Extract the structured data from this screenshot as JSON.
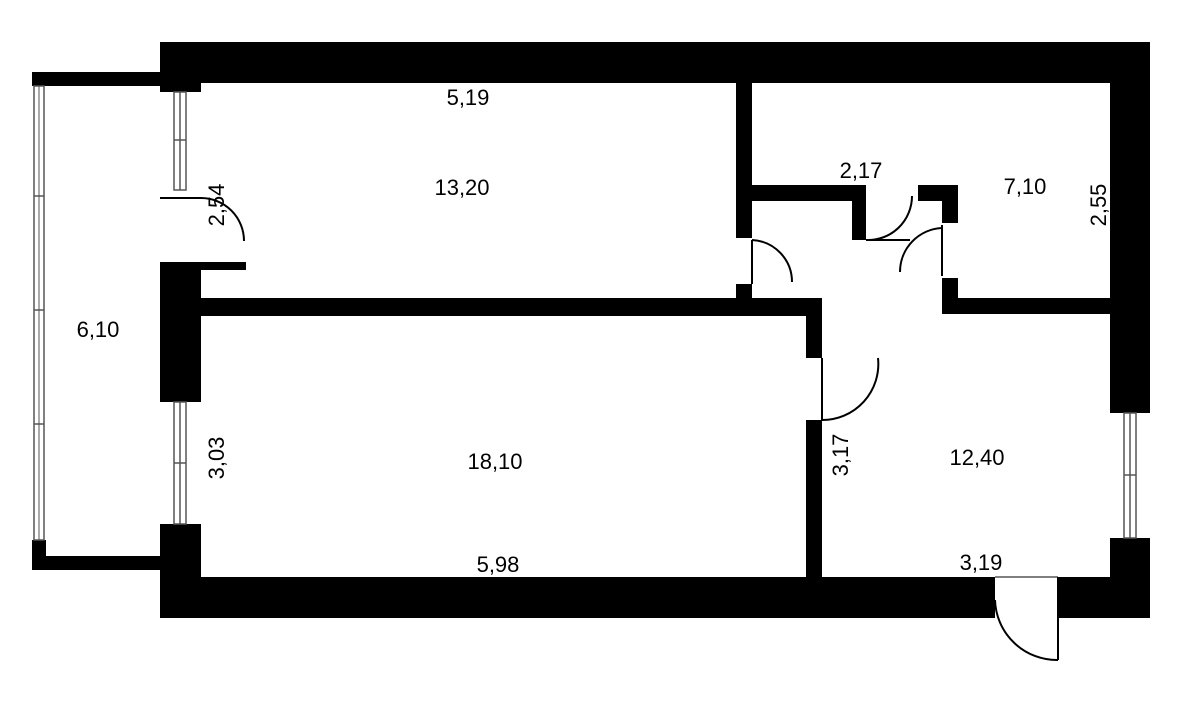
{
  "colors": {
    "wall": "#000000",
    "floor": "#ffffff",
    "door_line": "#000000",
    "window_line": "#555555"
  },
  "rooms": {
    "room_top_left": {
      "area": "13,20",
      "width": "5,19",
      "depth": "2,54"
    },
    "room_bottom_left": {
      "area": "18,10",
      "width": "5,98",
      "depth": "3,03"
    },
    "room_small": {
      "area": "7,10",
      "width": "2,17",
      "depth": "2,55"
    },
    "room_right": {
      "area": "12,40",
      "width": "3,19",
      "depth": "3,17"
    },
    "balcony": {
      "area": "6,10"
    }
  }
}
